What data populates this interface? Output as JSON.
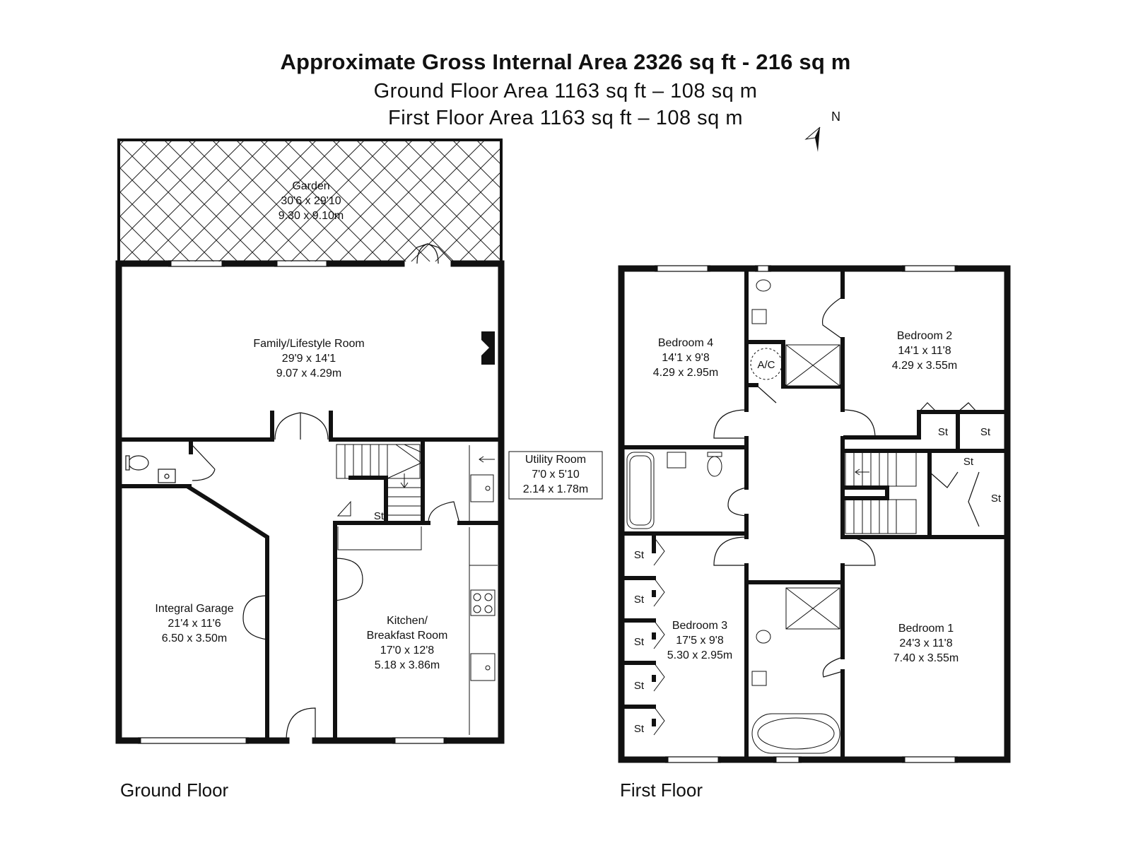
{
  "header": {
    "title": "Approximate Gross Internal Area 2326 sq ft - 216 sq m",
    "ground_area": "Ground Floor Area 1163 sq ft – 108 sq m",
    "first_area": "First Floor Area 1163 sq ft – 108 sq m"
  },
  "compass": {
    "label": "N"
  },
  "ground_floor": {
    "label": "Ground Floor",
    "rooms": {
      "garden": {
        "name": "Garden",
        "imperial": "30'6 x 29'10",
        "metric": "9.30 x 9.10m"
      },
      "family": {
        "name": "Family/Lifestyle Room",
        "imperial": "29'9 x 14'1",
        "metric": "9.07 x 4.29m"
      },
      "utility": {
        "name": "Utility Room",
        "imperial": "7'0 x 5'10",
        "metric": "2.14 x 1.78m"
      },
      "garage": {
        "name": "Integral Garage",
        "imperial": "21'4 x 11'6",
        "metric": "6.50 x 3.50m"
      },
      "kitchen": {
        "name_line1": "Kitchen/",
        "name_line2": "Breakfast Room",
        "imperial": "17'0 x 12'8",
        "metric": "5.18 x 3.86m"
      }
    },
    "store_label": "St"
  },
  "first_floor": {
    "label": "First Floor",
    "rooms": {
      "bedroom4": {
        "name": "Bedroom 4",
        "imperial": "14'1 x 9'8",
        "metric": "4.29 x 2.95m"
      },
      "bedroom2": {
        "name": "Bedroom 2",
        "imperial": "14'1 x 11'8",
        "metric": "4.29 x 3.55m"
      },
      "bedroom3": {
        "name": "Bedroom 3",
        "imperial": "17'5 x 9'8",
        "metric": "5.30 x 2.95m"
      },
      "bedroom1": {
        "name": "Bedroom 1",
        "imperial": "24'3 x 11'8",
        "metric": "7.40 x 3.55m"
      }
    },
    "ac_label": "A/C",
    "store_label": "St"
  }
}
